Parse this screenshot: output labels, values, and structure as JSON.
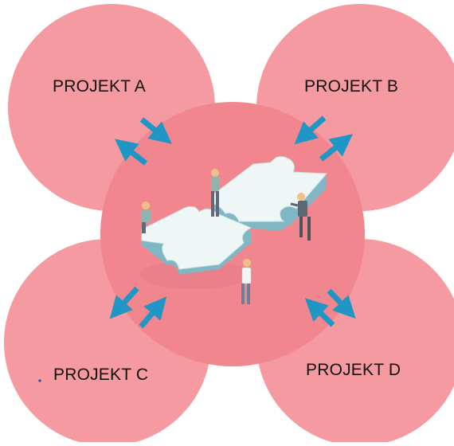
{
  "diagram": {
    "projects": [
      {
        "label": "PROJEKT A"
      },
      {
        "label": "PROJEKT B"
      },
      {
        "label": "PROJEKT C"
      },
      {
        "label": "PROJEKT D"
      }
    ],
    "icons": [
      "bidirectional-arrow-icon",
      "puzzle-pieces-illustration",
      "person-figure-icon"
    ],
    "colors": {
      "outer_circle": "#f49aa0",
      "center_circle": "#f2868e",
      "arrow": "#1f96c6",
      "puzzle_top": "#eef7f6",
      "puzzle_side": "#7fb8c4"
    }
  }
}
